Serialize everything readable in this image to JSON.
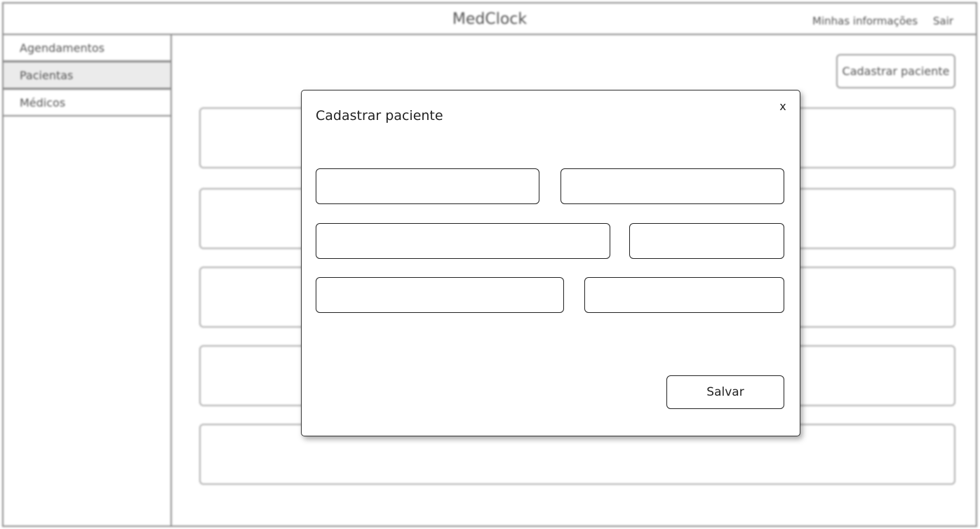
{
  "header": {
    "app_title": "MedClock",
    "links": [
      "Minhas informações",
      "Sair"
    ]
  },
  "sidebar": {
    "items": [
      {
        "label": "Agendamentos",
        "active": false
      },
      {
        "label": "Pacientas",
        "active": true
      },
      {
        "label": "Médicos",
        "active": false
      }
    ]
  },
  "main": {
    "new_patient_button": "Cadastrar paciente",
    "card_count_visible": 5
  },
  "modal": {
    "title": "Cadastrar paciente",
    "close_label": "x",
    "fields": [
      "",
      "",
      "",
      "",
      "",
      ""
    ],
    "save_label": "Salvar"
  },
  "colors": {
    "border_muted": "#8c8c8c",
    "active_item_bg": "#ebebeb",
    "modal_border": "#222222"
  }
}
